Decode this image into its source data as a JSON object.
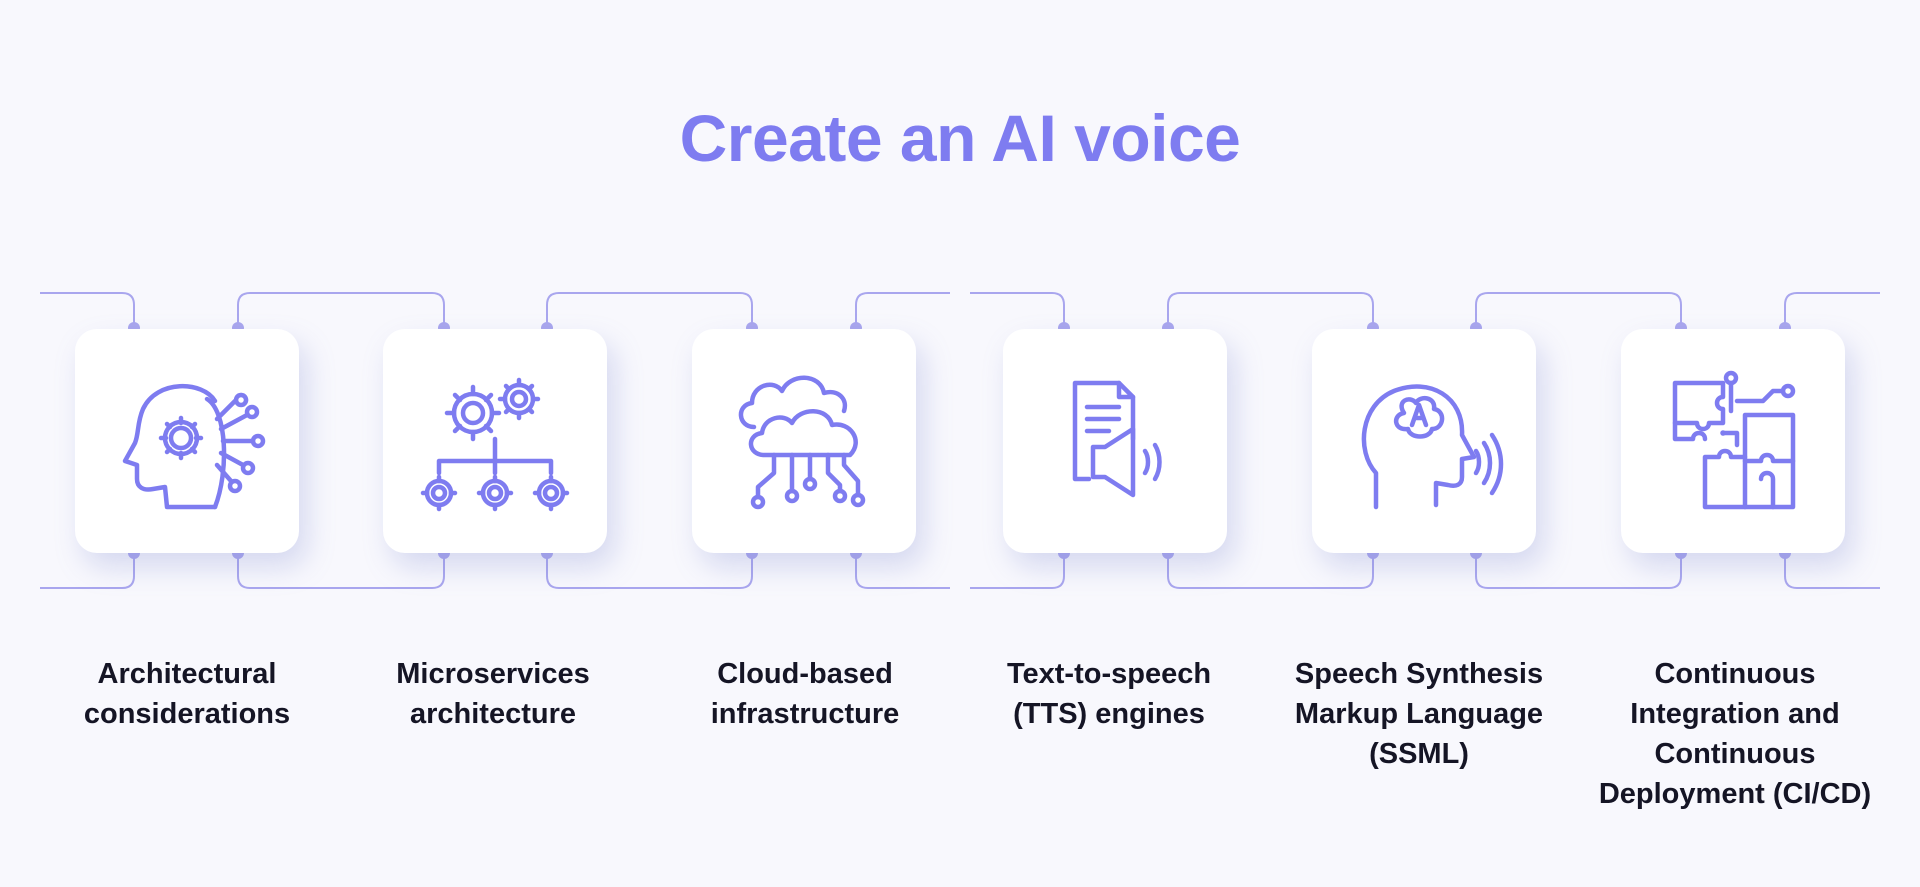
{
  "title": "Create an AI voice",
  "colors": {
    "accent": "#7e7cf0",
    "connector": "#a9a6ee",
    "background": "#f8f8fd",
    "card": "#ffffff",
    "text": "#151525"
  },
  "steps": [
    {
      "label": "Architectural\nconsiderations",
      "icon": "ai-head-gear-circuit-icon"
    },
    {
      "label": "Microservices\narchitecture",
      "icon": "gears-hierarchy-icon"
    },
    {
      "label": "Cloud-based\ninfrastructure",
      "icon": "cloud-network-icon"
    },
    {
      "label": "Text-to-speech\n(TTS) engines",
      "icon": "document-speaker-icon"
    },
    {
      "label": "Speech Synthesis\nMarkup Language\n(SSML)",
      "icon": "ai-head-speaking-icon"
    },
    {
      "label": "Continuous\nIntegration and\nContinuous\nDeployment (CI/CD)",
      "icon": "puzzle-circuit-icon"
    }
  ]
}
